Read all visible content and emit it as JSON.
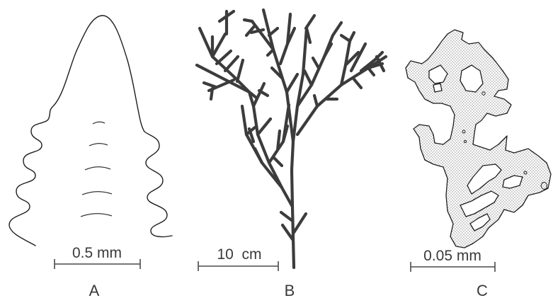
{
  "panels": [
    {
      "letter": "A",
      "scale_label": "0.5 mm"
    },
    {
      "letter": "B",
      "scale_label": "10  cm"
    },
    {
      "letter": "C",
      "scale_label": "0.05 mm"
    }
  ],
  "colors": {
    "outline": "#1e1e1e",
    "branch": "#3c3c3c",
    "dots": "#6e6e6e",
    "scale": "#4a4a4a"
  }
}
